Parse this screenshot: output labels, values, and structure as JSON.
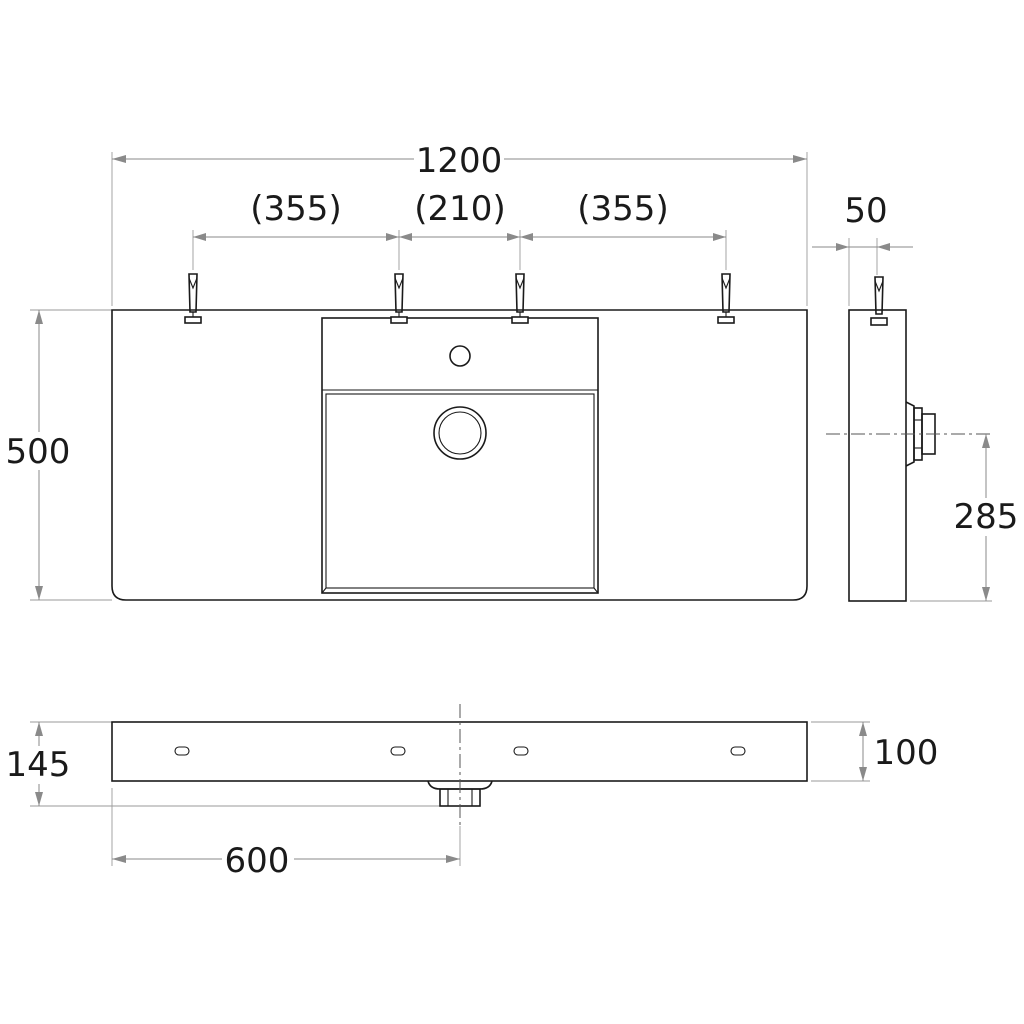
{
  "dimensions": {
    "overall_width": "1200",
    "tap_spacing_left": "(355)",
    "tap_spacing_middle": "(210)",
    "tap_spacing_right": "(355)",
    "side_thickness": "50",
    "overall_depth": "500",
    "drain_height": "285",
    "total_height": "145",
    "slab_height": "100",
    "drain_offset": "600"
  }
}
